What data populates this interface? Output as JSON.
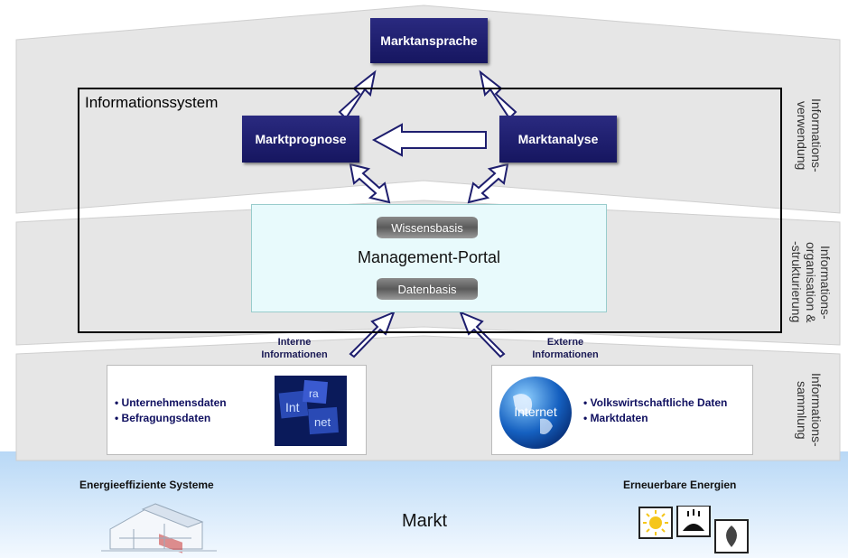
{
  "nodes": {
    "marktansprache": "Marktansprache",
    "marktprognose": "Marktprognose",
    "marktanalyse": "Marktanalyse",
    "informationssystem": "Informationssystem",
    "portal_title": "Management-Portal",
    "wissensbasis": "Wissensbasis",
    "datenbasis": "Datenbasis"
  },
  "layers": {
    "verwendung": [
      "Informations-",
      "verwendung"
    ],
    "organisation": [
      "Informations-",
      "organisation &",
      "-strukturierung"
    ],
    "sammlung": [
      "Informations-",
      "sammlung"
    ]
  },
  "sources": {
    "interne": [
      "Interne",
      "Informationen"
    ],
    "externe": [
      "Externe",
      "Informationen"
    ],
    "internal_items": [
      "Unternehmensdaten",
      "Befragungsdaten"
    ],
    "external_items": [
      "Volkswirtschaftliche Daten",
      "Marktdaten"
    ],
    "internet_label": "Internet"
  },
  "market": {
    "label": "Markt",
    "left_title": "Energieeffiziente Systeme",
    "right_title": "Erneuerbare Energien"
  },
  "colors": {
    "navy": "#1e1e6e",
    "layer_gray": "#e5e5e5",
    "portal_bg": "#e8fafc",
    "market_blue": "#cfe6fa"
  }
}
